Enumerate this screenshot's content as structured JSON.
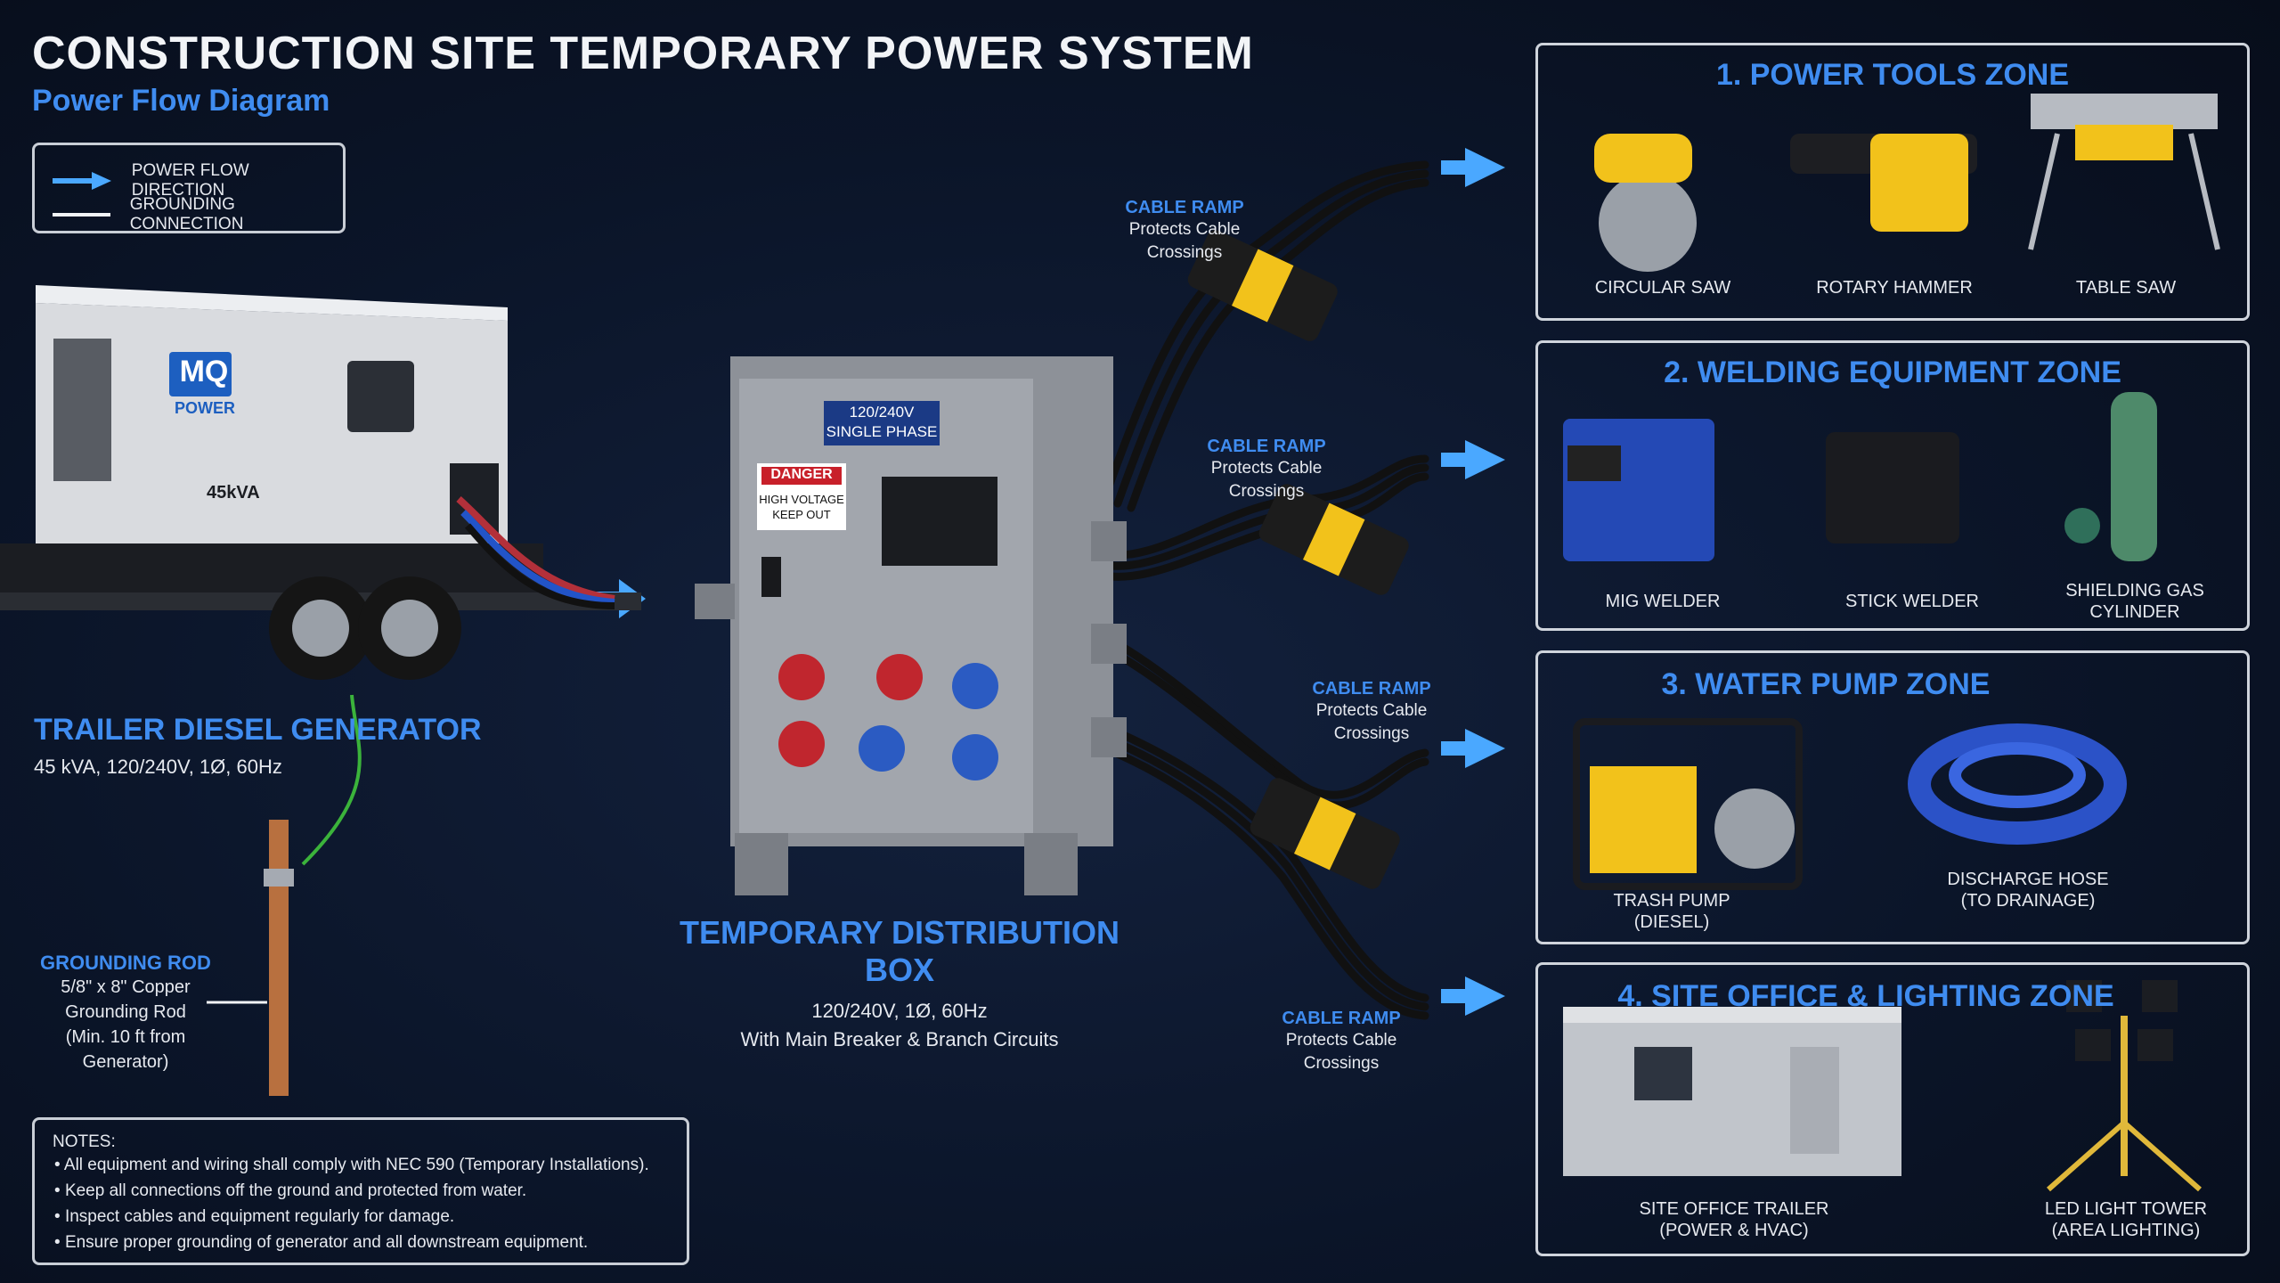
{
  "header": {
    "title": "CONSTRUCTION SITE TEMPORARY POWER SYSTEM",
    "subtitle": "Power Flow Diagram"
  },
  "legend": {
    "power_flow": "POWER FLOW DIRECTION",
    "grounding": "GROUNDING CONNECTION"
  },
  "colors": {
    "accent": "#3f8cf0",
    "background": "#0a1324",
    "arrow": "#4aa8ff",
    "ground_wire": "#3bb33b",
    "ramp_yellow": "#f2c21b"
  },
  "generator": {
    "brand": "MQ",
    "brand_sub": "POWER",
    "rating_plate": "45kVA",
    "title": "TRAILER DIESEL GENERATOR",
    "spec": "45 kVA, 120/240V, 1Ø, 60Hz"
  },
  "grounding_rod": {
    "title": "GROUNDING ROD",
    "lines": [
      "5/8\" x 8\" Copper",
      "Grounding Rod",
      "(Min. 10 ft from",
      "Generator)"
    ]
  },
  "distribution_box": {
    "sign_line1": "120/240V",
    "sign_line2": "SINGLE PHASE",
    "danger": "DANGER",
    "warning_line1": "HIGH VOLTAGE",
    "warning_line2": "KEEP OUT",
    "title": "TEMPORARY DISTRIBUTION BOX",
    "spec1": "120/240V, 1Ø, 60Hz",
    "spec2": "With Main Breaker & Branch Circuits"
  },
  "ramps": [
    {
      "title": "CABLE RAMP",
      "line1": "Protects Cable",
      "line2": "Crossings"
    },
    {
      "title": "CABLE RAMP",
      "line1": "Protects Cable",
      "line2": "Crossings"
    },
    {
      "title": "CABLE RAMP",
      "line1": "Protects Cable",
      "line2": "Crossings"
    },
    {
      "title": "CABLE RAMP",
      "line1": "Protects Cable",
      "line2": "Crossings"
    }
  ],
  "zones": [
    {
      "title": "1. POWER TOOLS ZONE",
      "items": [
        {
          "l1": "CIRCULAR SAW",
          "l2": ""
        },
        {
          "l1": "ROTARY HAMMER",
          "l2": ""
        },
        {
          "l1": "TABLE SAW",
          "l2": ""
        }
      ]
    },
    {
      "title": "2. WELDING EQUIPMENT ZONE",
      "items": [
        {
          "l1": "MIG WELDER",
          "l2": ""
        },
        {
          "l1": "STICK WELDER",
          "l2": ""
        },
        {
          "l1": "SHIELDING GAS",
          "l2": "CYLINDER"
        }
      ]
    },
    {
      "title": "3. WATER PUMP ZONE",
      "items": [
        {
          "l1": "TRASH PUMP",
          "l2": "(DIESEL)"
        },
        {
          "l1": "DISCHARGE HOSE",
          "l2": "(TO DRAINAGE)"
        }
      ]
    },
    {
      "title": "4. SITE OFFICE & LIGHTING ZONE",
      "items": [
        {
          "l1": "SITE OFFICE TRAILER",
          "l2": "(POWER & HVAC)"
        },
        {
          "l1": "LED LIGHT TOWER",
          "l2": "(AREA LIGHTING)"
        }
      ]
    }
  ],
  "notes": {
    "title": "NOTES:",
    "items": [
      "All equipment and wiring shall comply with NEC 590 (Temporary Installations).",
      "Keep all connections off the ground and protected from water.",
      "Inspect cables and equipment regularly for damage.",
      "Ensure proper grounding of generator and all downstream equipment."
    ]
  }
}
